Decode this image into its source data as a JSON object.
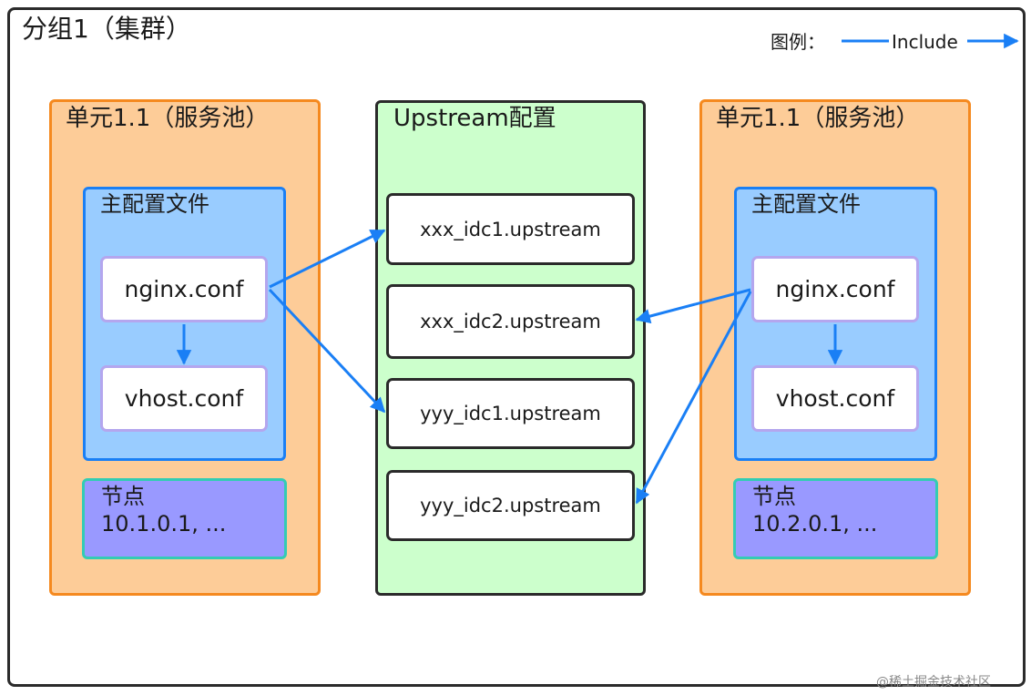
{
  "cluster": {
    "title": "分组1（集群）"
  },
  "legend": {
    "label": "图例：",
    "include_text": "Include"
  },
  "units": [
    {
      "title": "单元1.1（服务池）",
      "main_config_title": "主配置文件",
      "files": [
        "nginx.conf",
        "vhost.conf"
      ],
      "nodes_title": "节点",
      "nodes_value": "10.1.0.1, ..."
    },
    {
      "title": "单元1.1（服务池）",
      "main_config_title": "主配置文件",
      "files": [
        "nginx.conf",
        "vhost.conf"
      ],
      "nodes_title": "节点",
      "nodes_value": "10.2.0.1, ..."
    }
  ],
  "upstream": {
    "title": "Upstream配置",
    "items": [
      "xxx_idc1.upstream",
      "xxx_idc2.upstream",
      "yyy_idc1.upstream",
      "yyy_idc2.upstream"
    ]
  },
  "colors": {
    "arrow": "#1a7ff5",
    "unit_fill": "#fdcc98",
    "unit_border": "#f5891f",
    "main_config_fill": "#99ccff",
    "node_fill": "#9999ff",
    "upstream_fill": "#ccffcc"
  },
  "watermark": "@稀土掘金技术社区"
}
